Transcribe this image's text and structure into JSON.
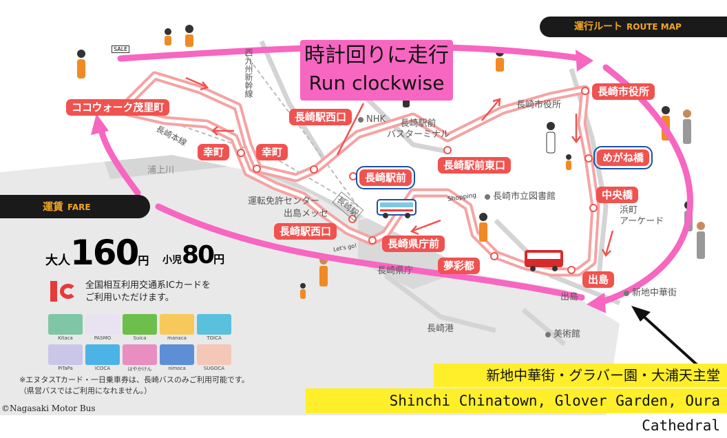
{
  "route_map": {
    "header_ja": "運行ルート",
    "header_en": "ROUTE MAP",
    "direction": {
      "ja": "時計回りに走行",
      "en": "Run clockwise"
    }
  },
  "stops": [
    {
      "id": "cocowalk",
      "label": "ココウォーク茂里町",
      "highlight": false
    },
    {
      "id": "saiwaimachi1",
      "label": "幸町",
      "highlight": false
    },
    {
      "id": "saiwaimachi2",
      "label": "幸町",
      "highlight": false
    },
    {
      "id": "nagasaki-eki-nishiguchi-n",
      "label": "長崎駅西口",
      "highlight": false
    },
    {
      "id": "nagasaki-ekimae",
      "label": "長崎駅前",
      "highlight": true
    },
    {
      "id": "nagasaki-ekimae-higashiguchi",
      "label": "長崎駅前東口",
      "highlight": false
    },
    {
      "id": "nagasaki-shiyakusho",
      "label": "長崎市役所",
      "highlight": false
    },
    {
      "id": "meganebashi",
      "label": "めがね橋",
      "highlight": true
    },
    {
      "id": "chuobashi",
      "label": "中央橋",
      "highlight": false
    },
    {
      "id": "dejima",
      "label": "出島",
      "highlight": false
    },
    {
      "id": "yumesaito",
      "label": "夢彩都",
      "highlight": false
    },
    {
      "id": "kenchomae",
      "label": "長崎県庁前",
      "highlight": false
    },
    {
      "id": "nagasaki-eki-nishiguchi-s",
      "label": "長崎駅西口",
      "highlight": false
    }
  ],
  "landmarks": {
    "nhk": "NHK",
    "bus_terminal": "長崎駅前\nバスターミナル",
    "city_hall": "長崎市役所",
    "library": "長崎市立図書館",
    "license_center": "運転免許センター",
    "dejima_messe": "出島メッセ",
    "prefectural_office": "長崎県庁",
    "hamanomachi": "浜町\nアーケード",
    "dejima": "出島",
    "chinatown": "新地中華街",
    "port": "長崎港",
    "museum": "美術館",
    "urakami_river": "浦上川",
    "shinkansen": "西九州新幹線",
    "nagasaki_line": "長崎本線",
    "station_building": "長崎駅"
  },
  "illustration_text": {
    "sale": "SALE",
    "shopping": "Shopping",
    "lets_go": "Let's go!"
  },
  "fare": {
    "header_ja": "運賃",
    "header_en": "FARE",
    "adult_label": "大人",
    "adult_price": "160",
    "adult_unit": "円",
    "child_label": "小児",
    "child_price": "80",
    "child_unit": "円",
    "ic_text": "全国相互利用交通系ICカードを\nご利用いただけます。",
    "cards": [
      "Kitaca",
      "PASMO",
      "Suica",
      "manaca",
      "TOICA",
      "PiTaPa",
      "ICOCA",
      "はやかけん",
      "nimoca",
      "SUGOCA"
    ],
    "card_colors": [
      "#7fc6a4",
      "#e9e2f0",
      "#6cbf4a",
      "#f6c95a",
      "#5ac1dd",
      "#c9c6e8",
      "#4db3e6",
      "#e98ec0",
      "#5e8fd6",
      "#f4c7b7"
    ],
    "note": "※エヌタスTカード・一日乗車券は、長崎バスのみご利用可能です。\n（県営バスではご利用になれません。）"
  },
  "footer": {
    "copyright": "©Nagasaki Motor Bus",
    "sights_ja": "新地中華街・グラバー園・大浦天主堂",
    "sights_en": "Shinchi Chinatown, Glover Garden, Oura Cathedral"
  },
  "colors": {
    "route": "#f5a3a3",
    "stop": "#f0524f",
    "arrow": "#f766c1",
    "highlight": "#1a4fa3",
    "banner": "#ffef2a"
  }
}
